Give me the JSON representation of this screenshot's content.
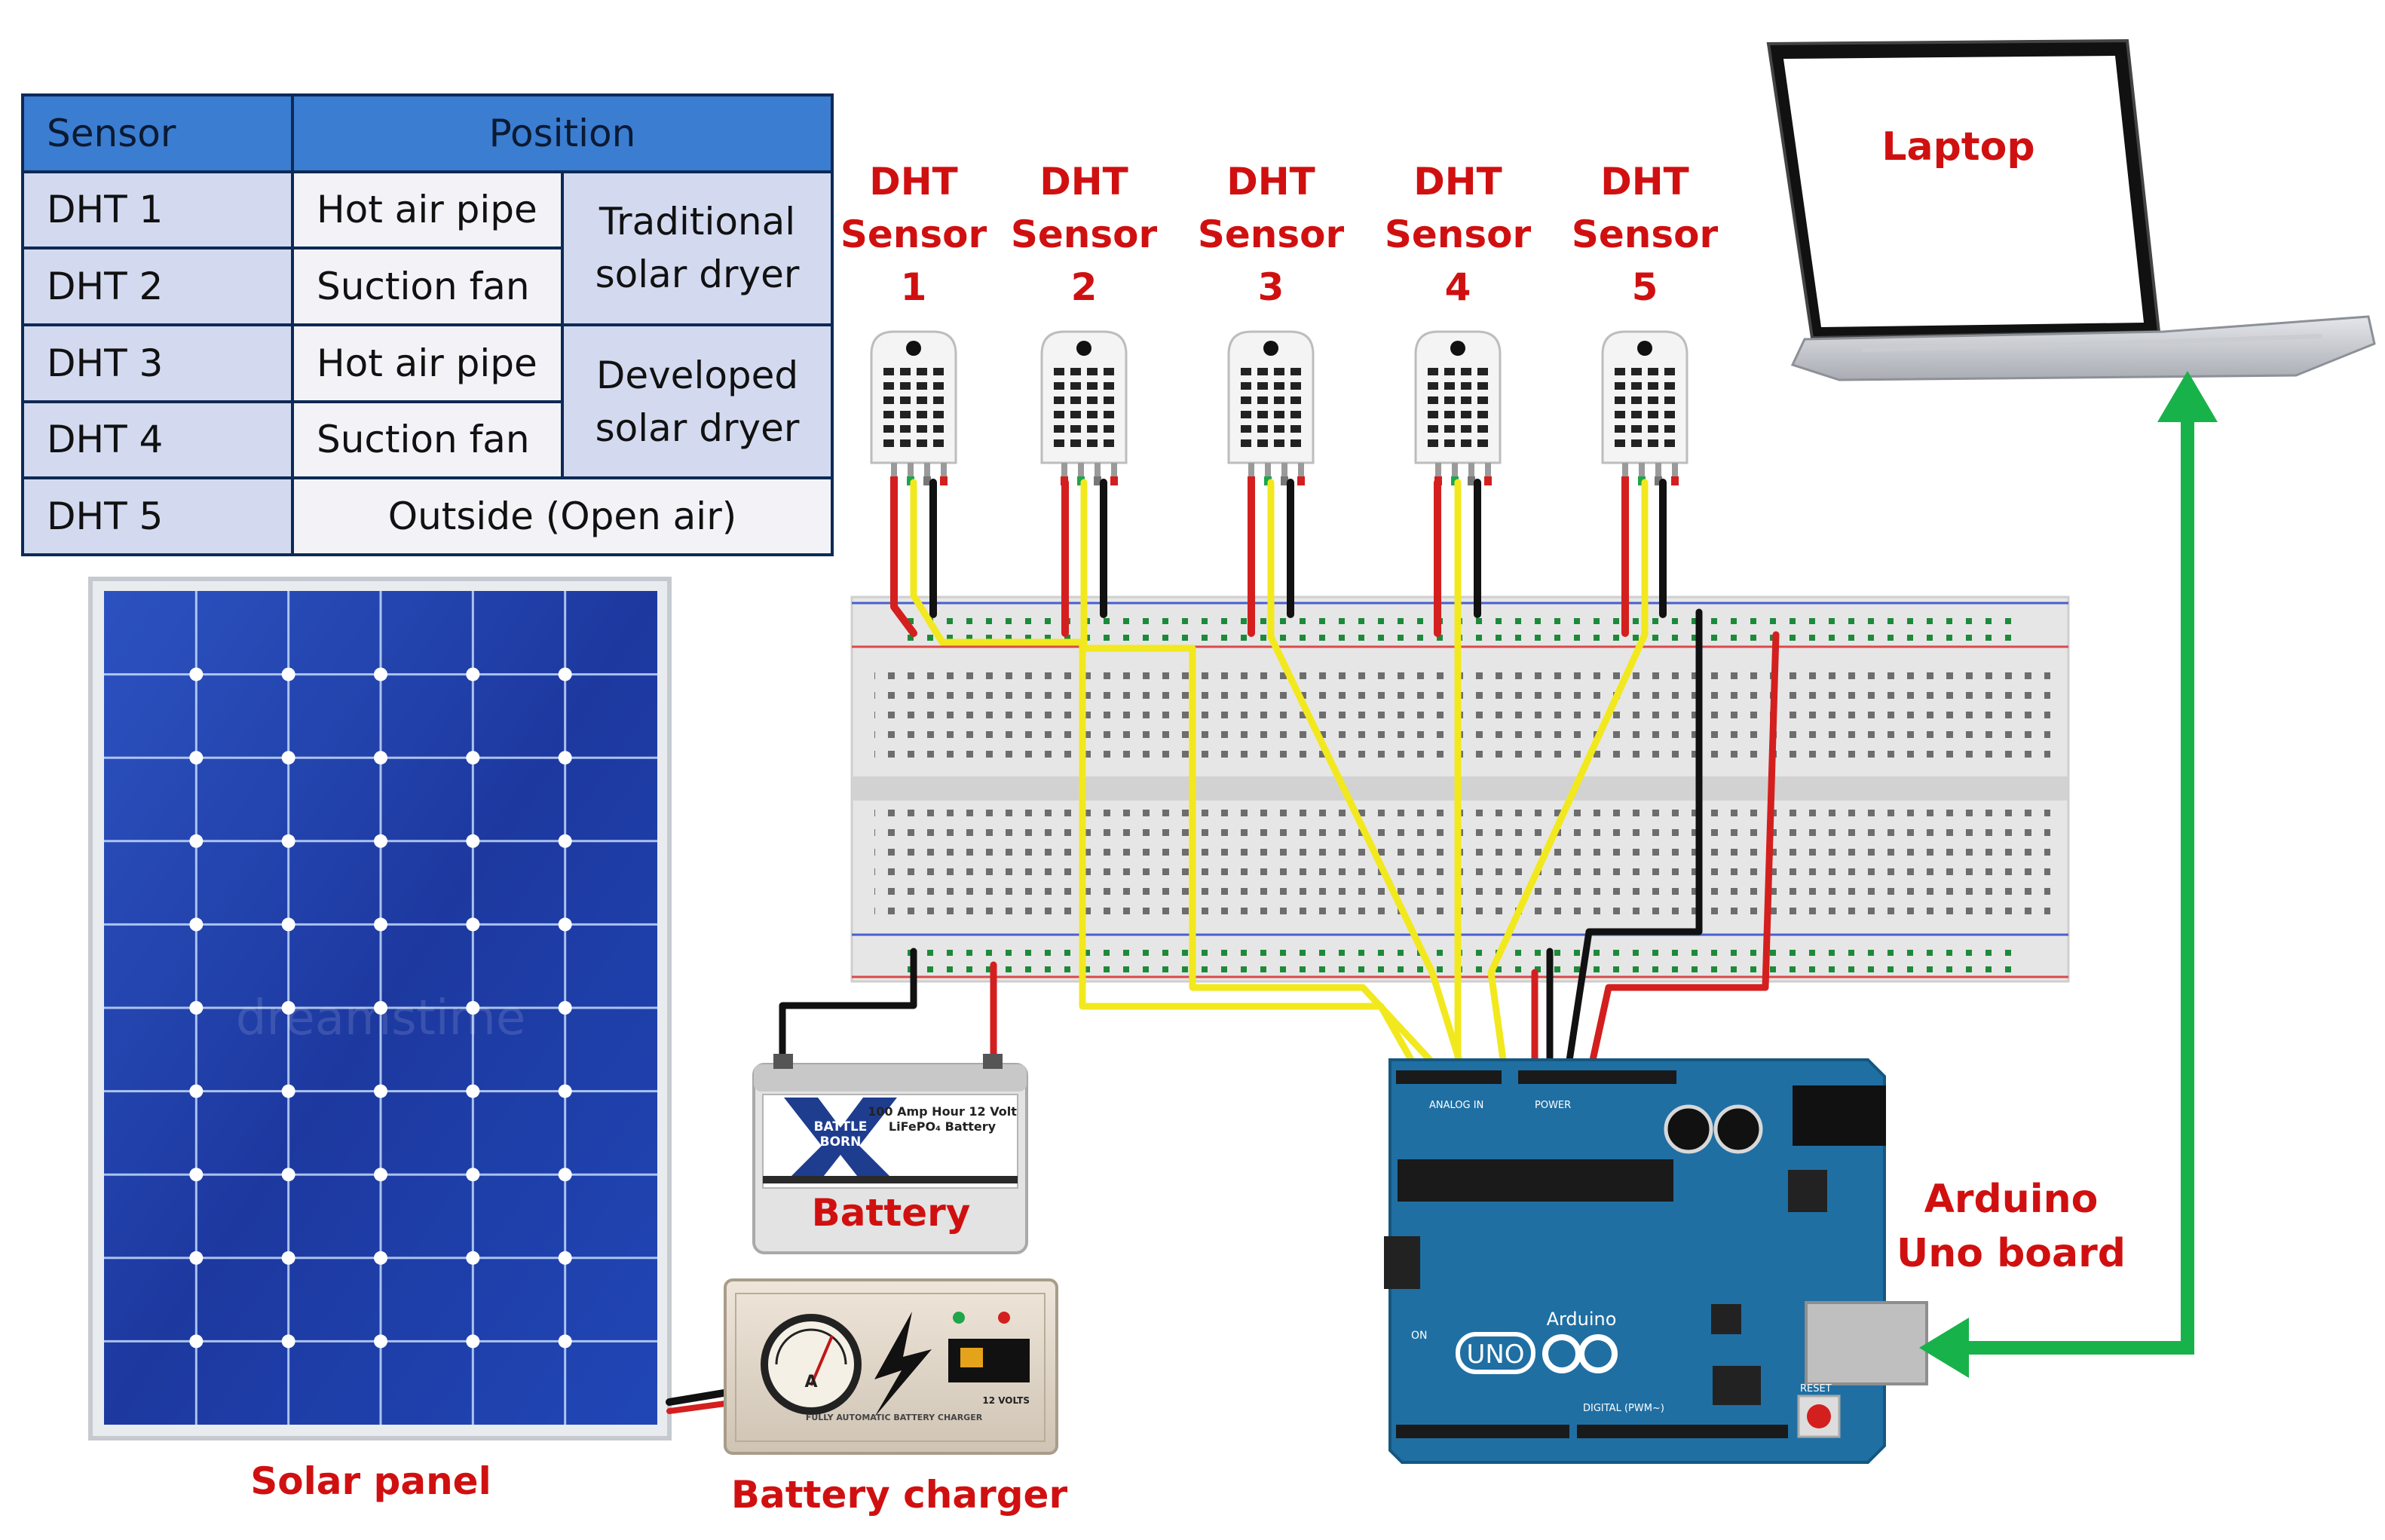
{
  "table": {
    "header": {
      "sensor": "Sensor",
      "position": "Position"
    },
    "rows": [
      {
        "sensor": "DHT 1",
        "position": "Hot air pipe"
      },
      {
        "sensor": "DHT 2",
        "position": "Suction fan"
      },
      {
        "sensor": "DHT 3",
        "position": "Hot air pipe"
      },
      {
        "sensor": "DHT 4",
        "position": "Suction fan"
      },
      {
        "sensor": "DHT 5",
        "position": "Outside (Open air)"
      }
    ],
    "groups": [
      {
        "line1": "Traditional",
        "line2": "solar dryer"
      },
      {
        "line1": "Developed",
        "line2": "solar dryer"
      }
    ]
  },
  "sensors": [
    {
      "line1": "DHT",
      "line2": "Sensor",
      "line3": "1"
    },
    {
      "line1": "DHT",
      "line2": "Sensor",
      "line3": "2"
    },
    {
      "line1": "DHT",
      "line2": "Sensor",
      "line3": "3"
    },
    {
      "line1": "DHT",
      "line2": "Sensor",
      "line3": "4"
    },
    {
      "line1": "DHT",
      "line2": "Sensor",
      "line3": "5"
    }
  ],
  "labels": {
    "laptop": "Laptop",
    "arduino_line1": "Arduino",
    "arduino_line2": "Uno board",
    "battery": "Battery",
    "solar_panel": "Solar panel",
    "battery_charger": "Battery charger"
  },
  "battery_sticker": {
    "brand1": "BATTLE",
    "brand2": "BORN",
    "model1": "100 Amp Hour 12 Volt",
    "model2": "LiFePO₄ Battery"
  },
  "charger_sticker": {
    "meter": "A",
    "footer": "FULLY AUTOMATIC BATTERY CHARGER",
    "volts": "12 VOLTS"
  },
  "arduino_text": {
    "uno": "UNO",
    "brand": "Arduino",
    "analog": "ANALOG IN",
    "power": "POWER",
    "digital": "DIGITAL (PWM~)",
    "reset": "RESET",
    "on": "ON"
  },
  "watermark": "dreamstime",
  "colors": {
    "label_red": "#d01010",
    "wire_yellow": "#f2e81e",
    "wire_red": "#d41f1f",
    "wire_black": "#111111",
    "arrow_green": "#18b24a",
    "arduino_teal": "#1f6fa3",
    "solar_blue": "#1f3fa8",
    "table_header": "#3b7dd0",
    "table_cell": "#d3daf0"
  },
  "icons": [
    "dht-sensor-icon",
    "breadboard-icon",
    "arduino-board-icon",
    "laptop-icon",
    "solar-panel-icon",
    "battery-icon",
    "battery-charger-icon",
    "ammeter-icon",
    "lightning-bolt-icon",
    "usb-port-icon"
  ]
}
